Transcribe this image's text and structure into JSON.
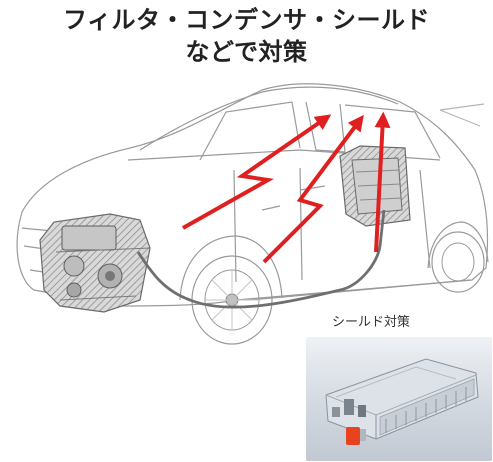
{
  "title": {
    "line1": "フィルタ・コンデンサ・シールド",
    "line2": "などで対策"
  },
  "photo": {
    "caption": "シールド対策"
  },
  "colors": {
    "arrow": "#e02020",
    "outline": "#9a9a9a",
    "engine": "#6a6a6a",
    "battery_terminal": "#e8421e"
  }
}
